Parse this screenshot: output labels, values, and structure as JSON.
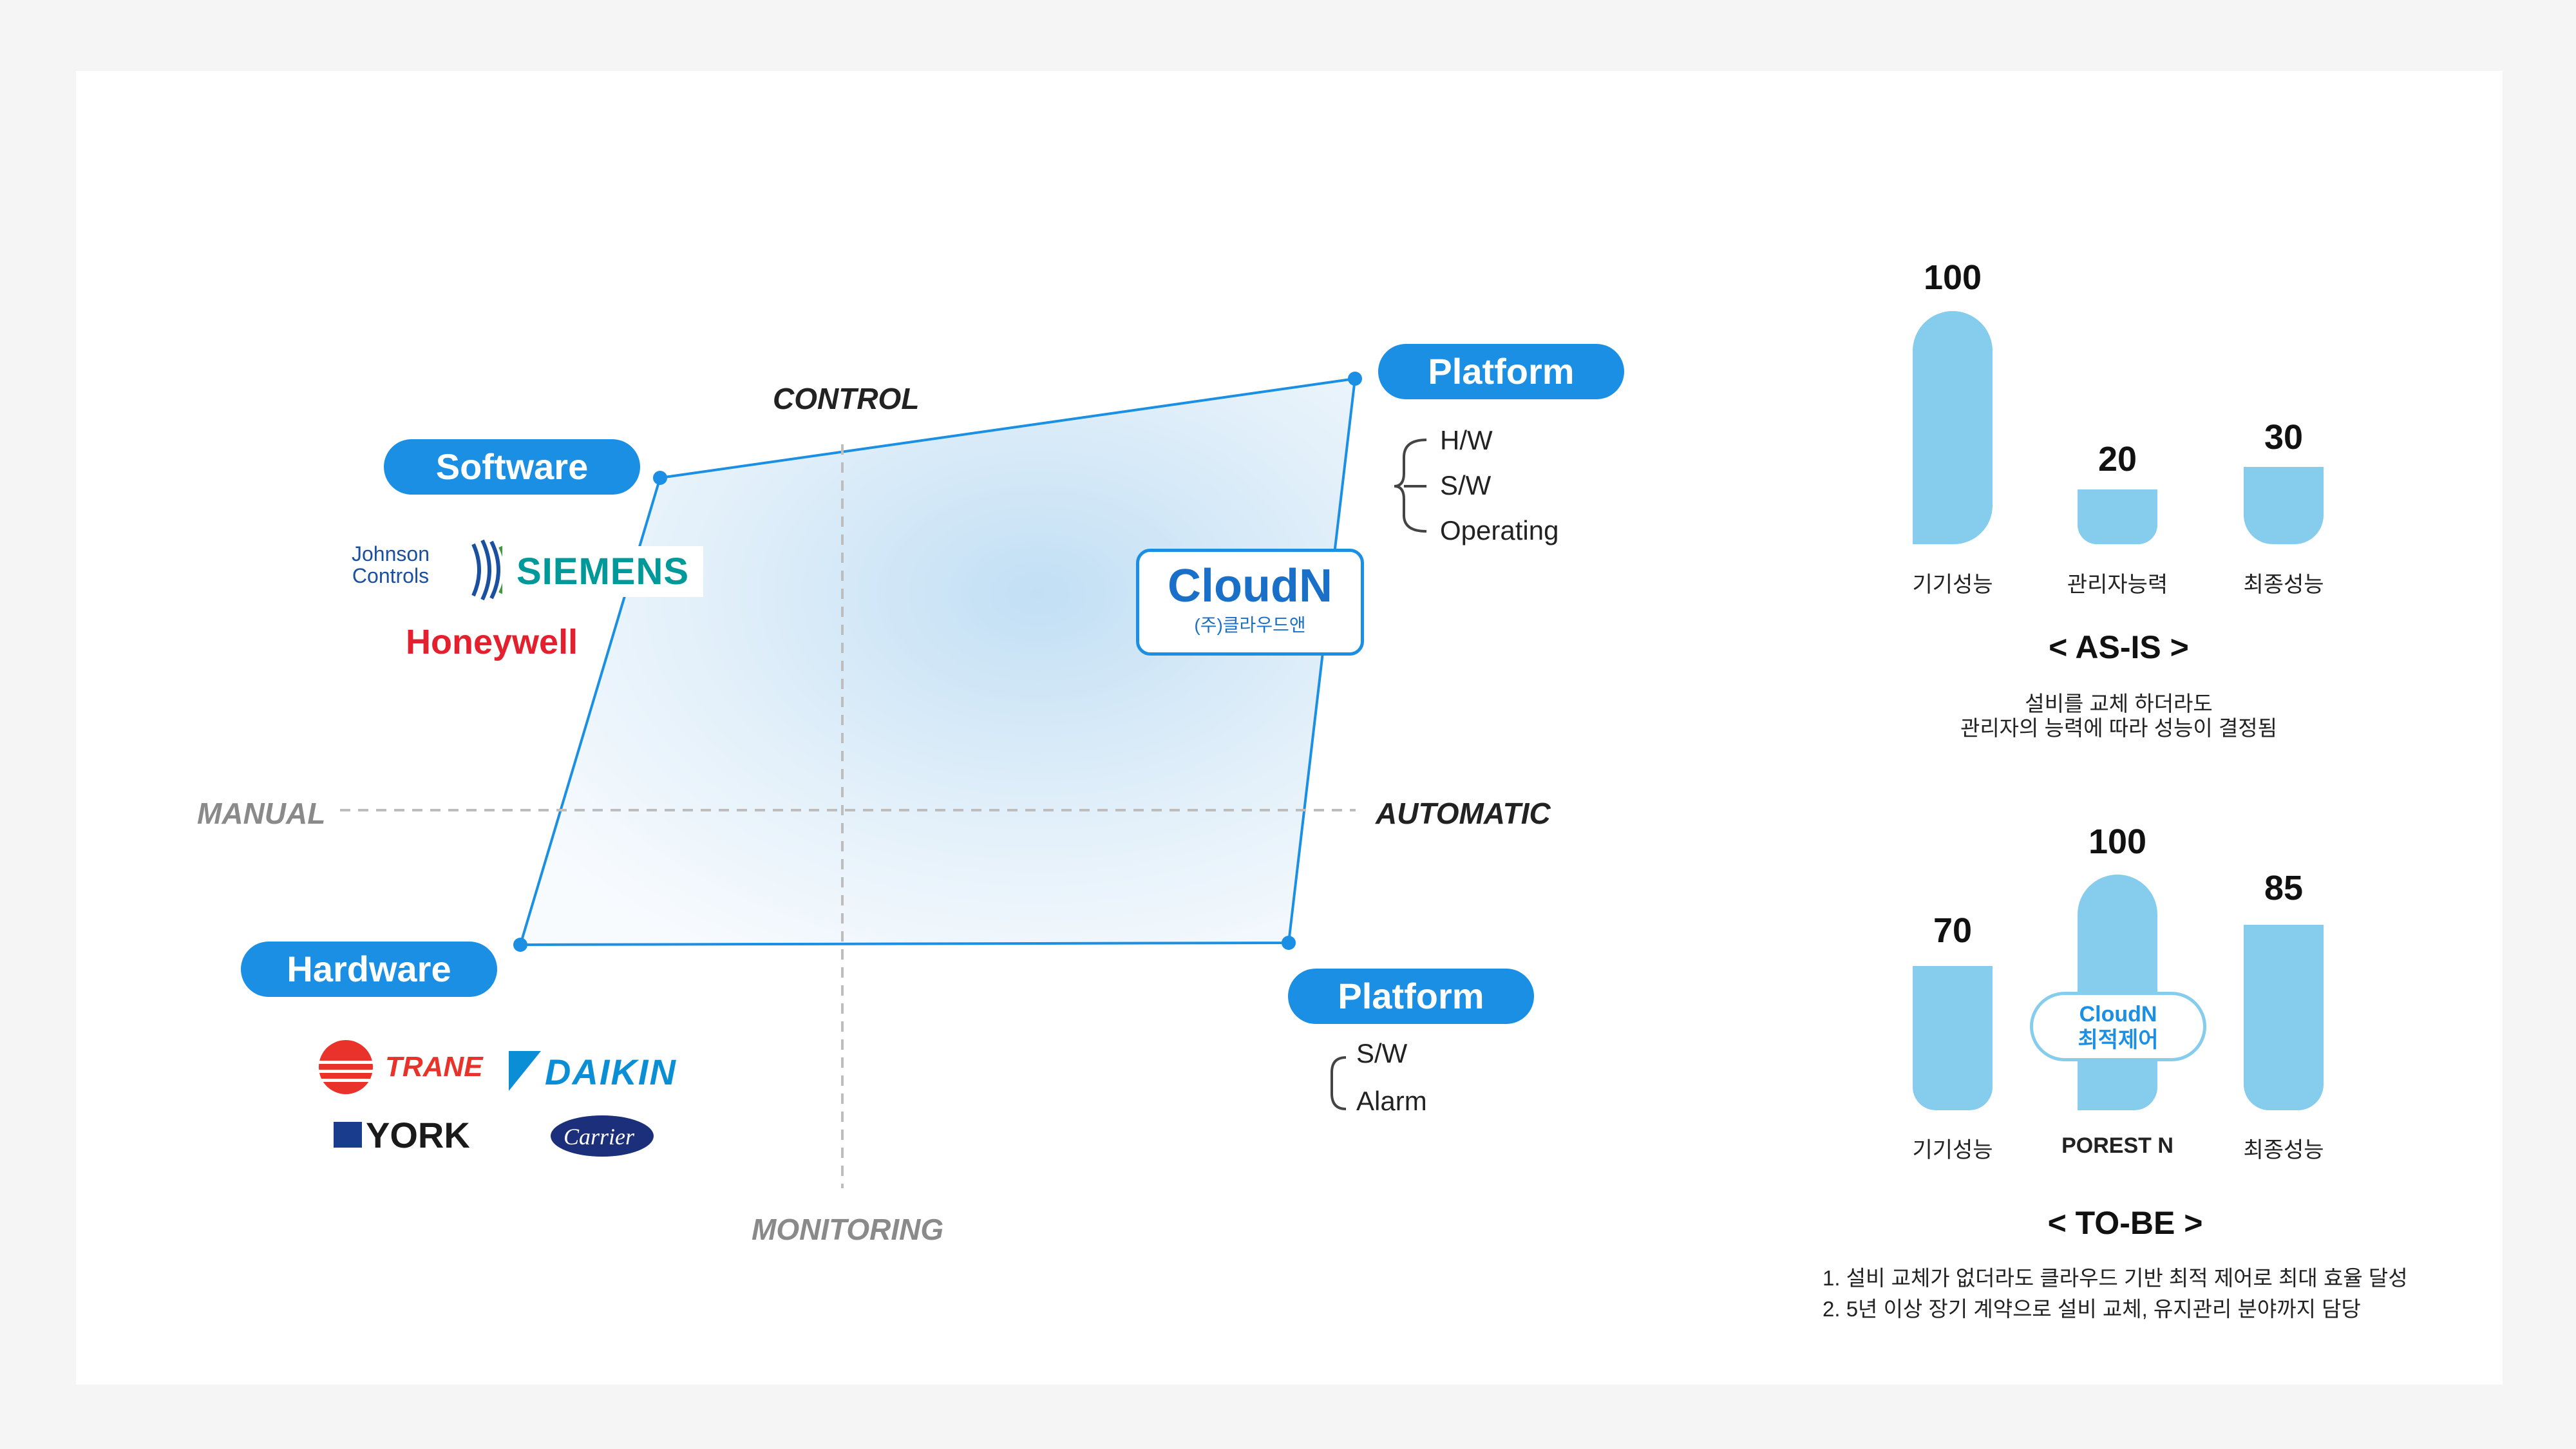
{
  "axes": {
    "control": "CONTROL",
    "monitoring": "MONITORING",
    "manual": "MANUAL",
    "automatic": "AUTOMATIC"
  },
  "quadrants": {
    "software": {
      "label": "Software",
      "brands": [
        "Johnson Controls",
        "SIEMENS",
        "Honeywell"
      ]
    },
    "hardware": {
      "label": "Hardware",
      "brands": [
        "TRANE",
        "DAIKIN",
        "YORK",
        "Carrier"
      ]
    },
    "platform_top": {
      "label": "Platform",
      "items": [
        "H/W",
        "S/W",
        "Operating"
      ]
    },
    "platform_bottom": {
      "label": "Platform",
      "items": [
        "S/W",
        "Alarm"
      ]
    }
  },
  "logos": {
    "johnson_line1": "Johnson",
    "johnson_line2": "Controls",
    "siemens": "SIEMENS",
    "honeywell": "Honeywell",
    "trane": "TRANE",
    "daikin": "DAIKIN",
    "york": "YORK",
    "carrier": "Carrier",
    "cloudn_main": "CloudN",
    "cloudn_sub": "(주)클라우드앤"
  },
  "colors": {
    "accent": "#1a8fe3",
    "bar": "#86ccec",
    "axis_gray": "#8a8a8a",
    "siemens": "#009999",
    "honeywell": "#e4202e",
    "trane": "#e8322a",
    "daikin": "#0a8fd6",
    "york": "#1a3c8c",
    "carrier": "#1b2f7a"
  },
  "as_is": {
    "heading": "< AS-IS >",
    "bars": [
      {
        "label": "기기성능",
        "value": 100
      },
      {
        "label": "관리자능력",
        "value": 20
      },
      {
        "label": "최종성능",
        "value": 30
      }
    ],
    "desc": [
      "설비를 교체 하더라도",
      "관리자의 능력에 따라 성능이 결정됨"
    ]
  },
  "to_be": {
    "heading": "< TO-BE >",
    "bars": [
      {
        "label": "기기성능",
        "value": 70
      },
      {
        "label": "POREST N",
        "value": 100
      },
      {
        "label": "최종성능",
        "value": 85
      }
    ],
    "badge": [
      "CloudN",
      "최적제어"
    ],
    "desc": [
      "1. 설비 교체가 없더라도 클라우드 기반 최적 제어로 최대 효율 달성",
      "2. 5년 이상 장기 계약으로 설비 교체, 유지관리 분야까지 담당"
    ]
  }
}
